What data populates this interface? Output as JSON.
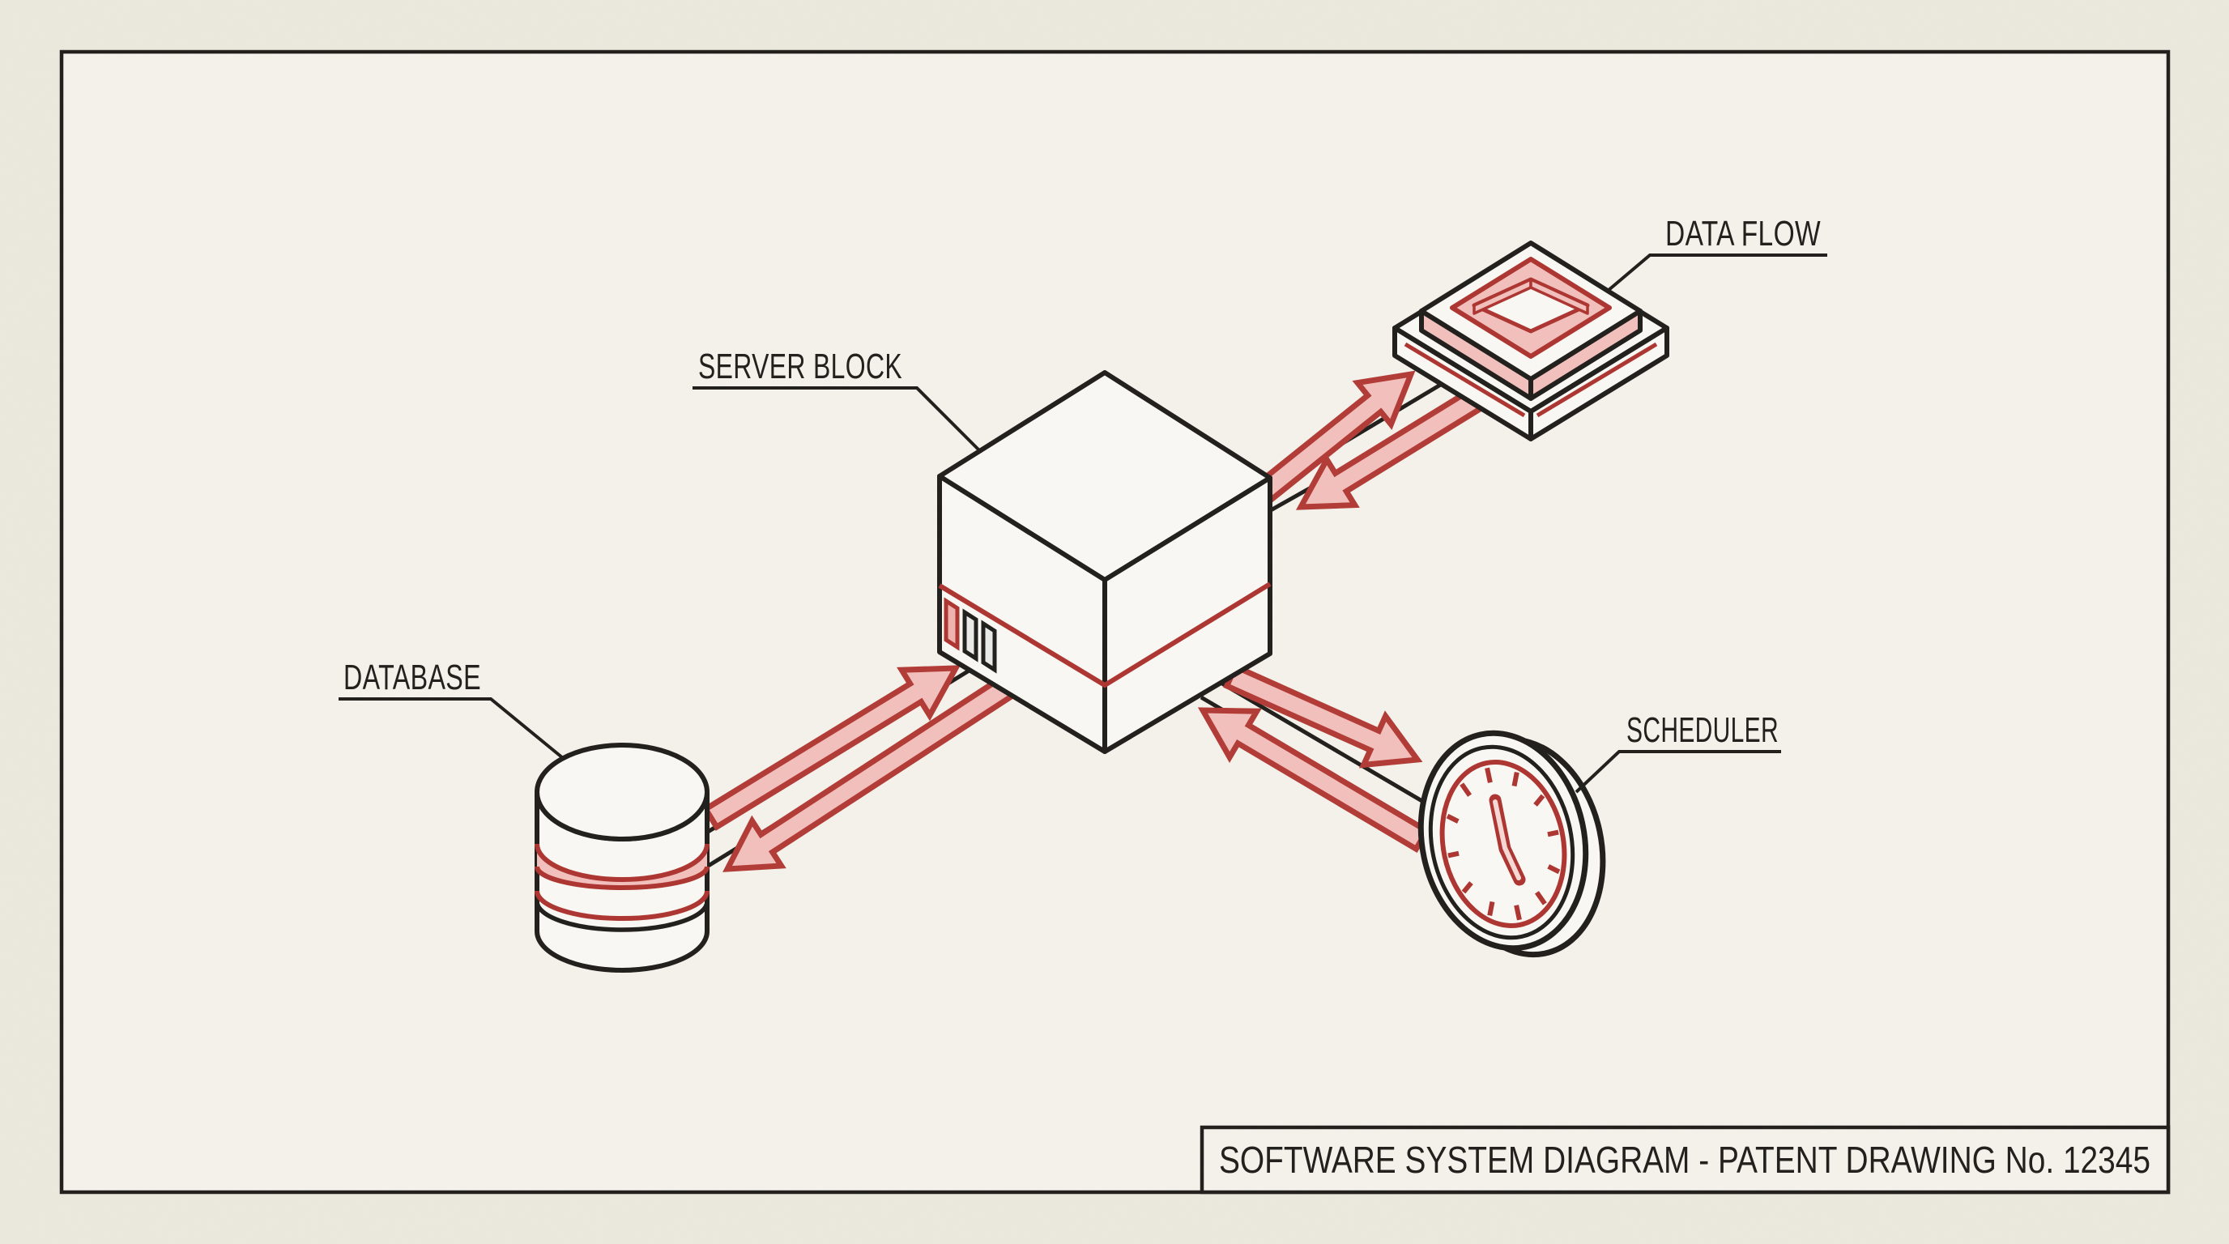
{
  "drawing": {
    "title_block": {
      "text": "SOFTWARE SYSTEM DIAGRAM - PATENT DRAWING No. 12345"
    },
    "nodes": {
      "server": {
        "label": "SERVER BLOCK",
        "shape": "isometric-cube"
      },
      "database": {
        "label": "DATABASE",
        "shape": "database-cylinder"
      },
      "data_flow": {
        "label": "DATA FLOW",
        "shape": "layered-chip-board"
      },
      "scheduler": {
        "label": "SCHEDULER",
        "shape": "analog-clock"
      }
    },
    "colors": {
      "ink": "#211f1c",
      "accent_red": "#ad3531",
      "accent_pink": "#f3c0bc",
      "paper": "#ebe8dd",
      "paper_inner": "#f4f2eb",
      "shape_fill": "#f9f8f4"
    }
  }
}
